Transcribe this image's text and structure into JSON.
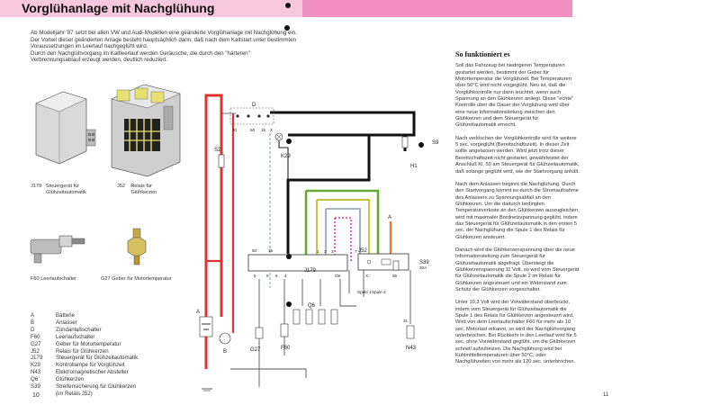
{
  "header": {
    "title": "Vorglühanlage mit Nachglühung"
  },
  "intro": [
    "Ab Modelljahr '87 setzt bei allen VW und Audi-Modellen eine geänderte Vorglühanlage mit Nachglühung ein.",
    "Der Vorteil dieser geänderten Anlage besteht hauptsächlich darin, daß nach dem Kaltstart unter bestimmten Voraussetzungen im Leerlauf nachgeglüht wird.",
    "Durch den Nachglühvorgang im Kaltleerlauf werden Geräusche, die durch den \"härteren\" Verbrennungsablauf erzeugt werden, deutlich reduziert."
  ],
  "captions": {
    "j179": "J179   Steuergerät für\n           Glühzeitautomatik",
    "j52": "J52    Relais für\n          Glühkerzen",
    "f60": "F60   Leerlaufschalter",
    "g27": "G27   Geber für Motortemperatur"
  },
  "legend": [
    {
      "k": "A",
      "v": "Batterie"
    },
    {
      "k": "B",
      "v": "Anlasser"
    },
    {
      "k": "D",
      "v": "Zündanlaßschalter"
    },
    {
      "k": "F60",
      "v": "Leerlaufschalter"
    },
    {
      "k": "G27",
      "v": "Geber für Motortemperatur"
    },
    {
      "k": "J52",
      "v": "Relais für Glühkerzen"
    },
    {
      "k": "J179",
      "v": "Steuergerät für Glühzeitautomatik"
    },
    {
      "k": "K29",
      "v": "Kontrollampe für Vorglühzeit"
    },
    {
      "k": "N43",
      "v": "Elektromagnetischer Absteller"
    },
    {
      "k": "Q6",
      "v": "Glühkerzen"
    },
    {
      "k": "S39",
      "v": "Streifensicherung für Glühkerzen"
    },
    {
      "k": "",
      "v": "(im Relais J52)"
    }
  ],
  "page_left": "10",
  "page_right": "11",
  "right": {
    "heading": "So funktioniert es",
    "paragraphs": [
      "Soll das Fahrzeug bei niedrigeren Temperaturen gestartet werden, bestimmt der Geber für Motortemperatur die Vorglühzeit. Bei Temperaturen über 50°C wird nicht vorgeglüht. Neu ist, daß die Vorglühkontrolle nur dann leuchtet, wenn auch Spannung an den Glühkerzen anliegt. Diese \"echte\" Kontrolle über die Dauer der Vorglühung wird über eine neue Informationsleitung zwischen den Glühkerzen und dem Steuergerät für Glühzeitautomatik erreicht.",
      "Nach verlöschen der Vorglühkontrolle wird für weitere 5 sec. vorgeglüht (Bereitschaftszeit). In dieser Zeit sollte angelassen werden. Wird jetzt trotz dieser Bereitschaftszeit nicht gestartet, gewährleistet der Anschluß Kl. 50 am Steuergerät für Glühzeitautomatik, daß solange geglüht wird, wie der Startvorgang anhält.",
      "Nach dem Anlassen beginnt die Nachglühung. Durch den Startvorgang kommt es durch die Stromaufnahme des Anlassers zu Spannungsabfall an den Glühkerzen. Um die dadurch bedingten Temperaturverluste an den Glühkerzen auszugleichen, wird mit maximaler Bordnetzspannung geglüht, indem das Steuergerät für Glühzeitautomatik in den ersten 5 sec. der Nachglühung die Spule 1 des Relais für Glühkerzen ansteuert.",
      "Danach wird die Glühkerzenspannung über die neue Informationsleitung zum Steuergerät für Glühzeitautomatik abgefragt. Übersteigt die Glühkerzenspannung 11 Volt, so wird vom Steuergerät für Glühzeitautomatik die Spule 2 im Relais für Glühkerzen angesteuert und ein Widerstand zum Schutz der Glühkerzen vorgeschaltet.",
      "Unter 10,3 Volt wird der Vorwiderstand überbrückt, indem vom Steuergerät für Glühzeitautomatik die Spule 1 des Relais für Glühkerzen angesteuert wird. Wird von dem Leerlaufschalter F60 für mehr als 10 sec. Motorlast erkannt, so wird der Nachglühvorgang unterbrochen. Bei Rückkehr in den Leerlauf wird für 5 sec. ohne Vorwiderstand geglüht, um die Glühkerzen schnell aufzuheizen. Die Nachglühung wird bei Kühlmitteltemperaturen über 50°C, oder Nachglühzeiten von mehr als 120 sec. unterbrochen."
    ]
  },
  "diagram": {
    "labels": {
      "d": "D",
      "s2": "S2",
      "k29": "K29",
      "h1": "H1",
      "s9": "S9",
      "j179": "J179",
      "j52": "J52",
      "s39": "S39",
      "a30a": "30A",
      "q6": "Q6",
      "f60": "F60",
      "g27": "G27",
      "n43": "N43",
      "spule1": "Spule 1",
      "spule2": "Spule 2",
      "a": "A",
      "b": "B",
      "t30": "30",
      "t50": "50",
      "t15": "15",
      "tx": "X",
      "t1": "1",
      "t2": "2",
      "t3": "3",
      "t7": "7",
      "t5": "5",
      "t9": "9",
      "t6": "6",
      "t4": "4",
      "t86": "86",
      "tgk": "GK",
      "tx2": "X",
      "t31": "31",
      "t50b": "50"
    }
  }
}
